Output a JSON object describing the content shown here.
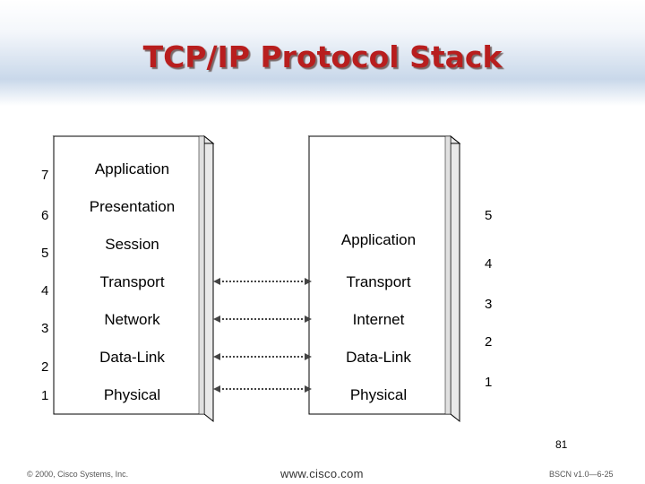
{
  "title": "TCP/IP Protocol Stack",
  "osi": {
    "numbers": [
      "7",
      "6",
      "5",
      "4",
      "3",
      "2",
      "1"
    ],
    "layers": [
      "Application",
      "Presentation",
      "Session",
      "Transport",
      "Network",
      "Data-Link",
      "Physical"
    ]
  },
  "tcpip": {
    "numbers": [
      "5",
      "4",
      "3",
      "2",
      "1"
    ],
    "layers": [
      "Application",
      "Transport",
      "Internet",
      "Data-Link",
      "Physical"
    ]
  },
  "page_number": "81",
  "footer": {
    "copyright": "© 2000, Cisco Systems, Inc.",
    "url": "www.cisco.com",
    "course": "BSCN v1.0—6-25"
  }
}
